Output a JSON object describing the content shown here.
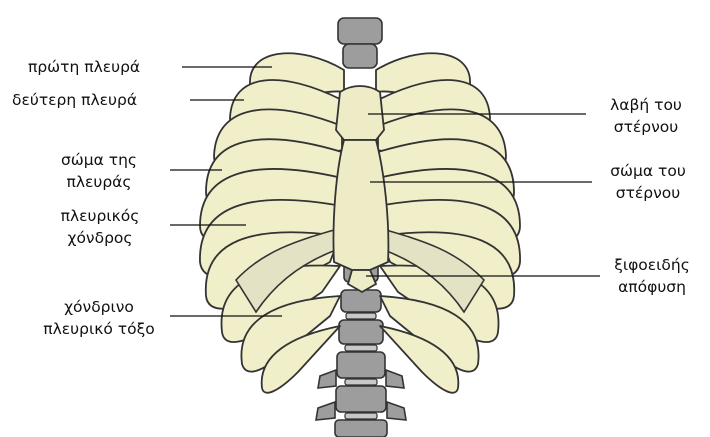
{
  "labels": {
    "first_rib": "πρώτη πλευρά",
    "second_rib": "δεύτερη πλευρά",
    "rib_body": [
      "σώμα της",
      "πλευράς"
    ],
    "costal_cartilage": [
      "πλευρικός",
      "χόνδρος"
    ],
    "costal_arch": [
      "χόνδρινο",
      "πλευρικό τόξο"
    ],
    "manubrium": [
      "λαβή του",
      "στέρνου"
    ],
    "sternum_body": [
      "σώμα του",
      "στέρνου"
    ],
    "xiphoid_process": [
      "ξιφοειδής",
      "απόφυση"
    ]
  }
}
